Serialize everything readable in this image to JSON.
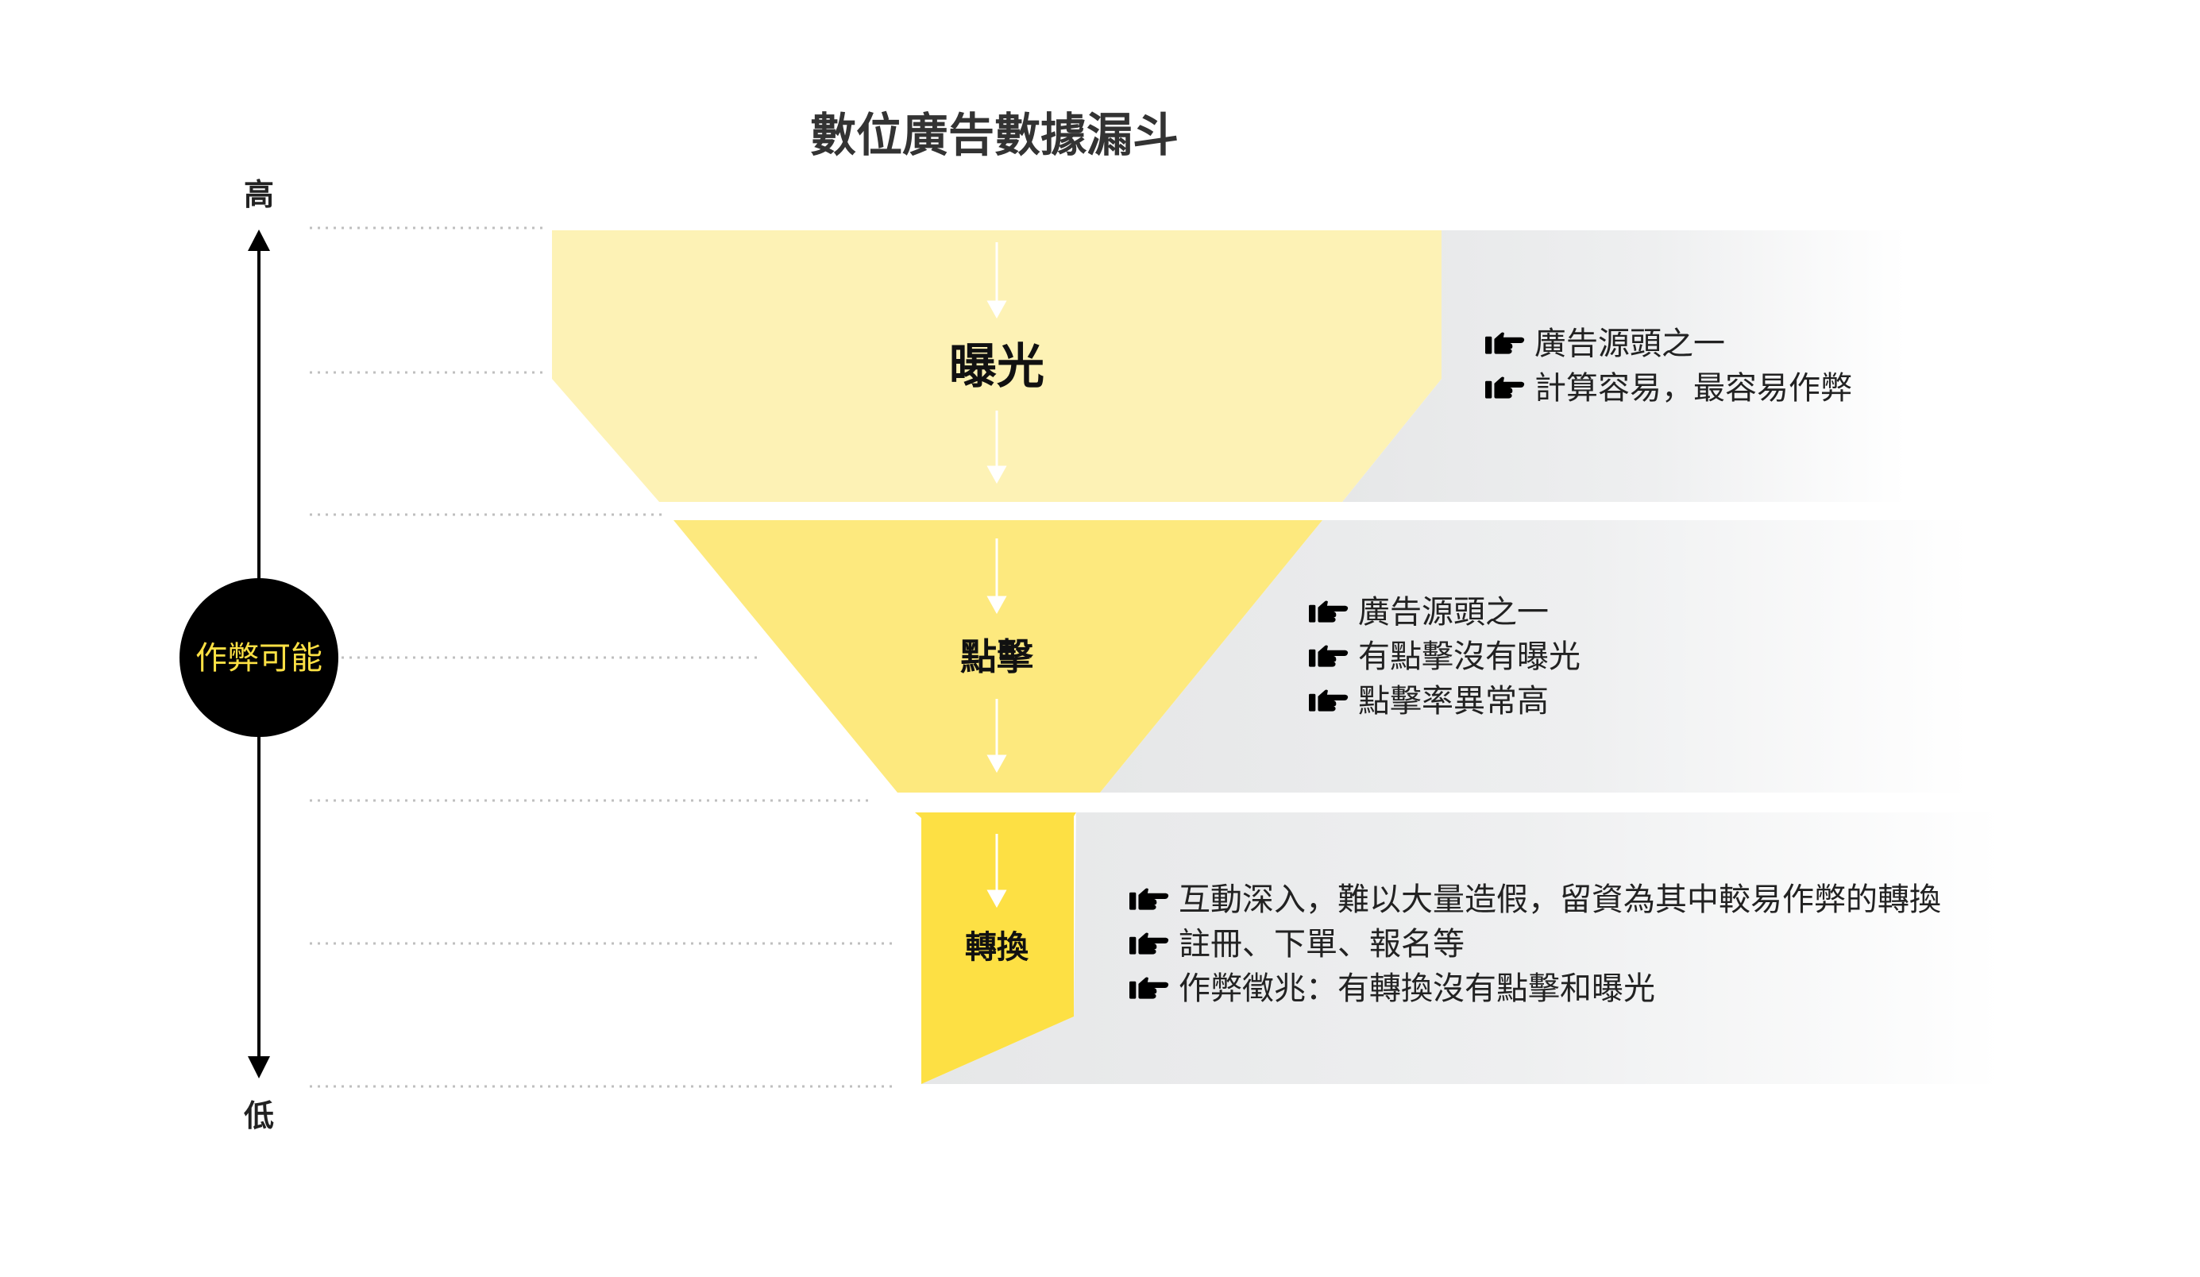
{
  "title": "數位廣告數據漏斗",
  "axis": {
    "top_label": "高",
    "bottom_label": "低",
    "center_label": "作弊可能"
  },
  "stages": [
    {
      "name": "曝光",
      "color": "#fdf2b5",
      "notes": [
        "廣告源頭之一",
        "計算容易，最容易作弊"
      ]
    },
    {
      "name": "點擊",
      "color": "#fde97e",
      "notes": [
        "廣告源頭之一",
        "有點擊沒有曝光",
        "點擊率異常高"
      ]
    },
    {
      "name": "轉換",
      "color": "#fde044",
      "notes": [
        "互動深入，難以大量造假，留資為其中較易作弊的轉換",
        "註冊、下單、報名等",
        "作弊徵兆：有轉換沒有點擊和曝光"
      ]
    }
  ],
  "bullet_icon": "pointing-hand-icon",
  "colors": {
    "axis": "#000000",
    "badge_bg": "#000000",
    "badge_text": "#fde044",
    "panel_gray": "#e6e7e8",
    "dotted": "#bfbfbf",
    "title": "#333333"
  }
}
